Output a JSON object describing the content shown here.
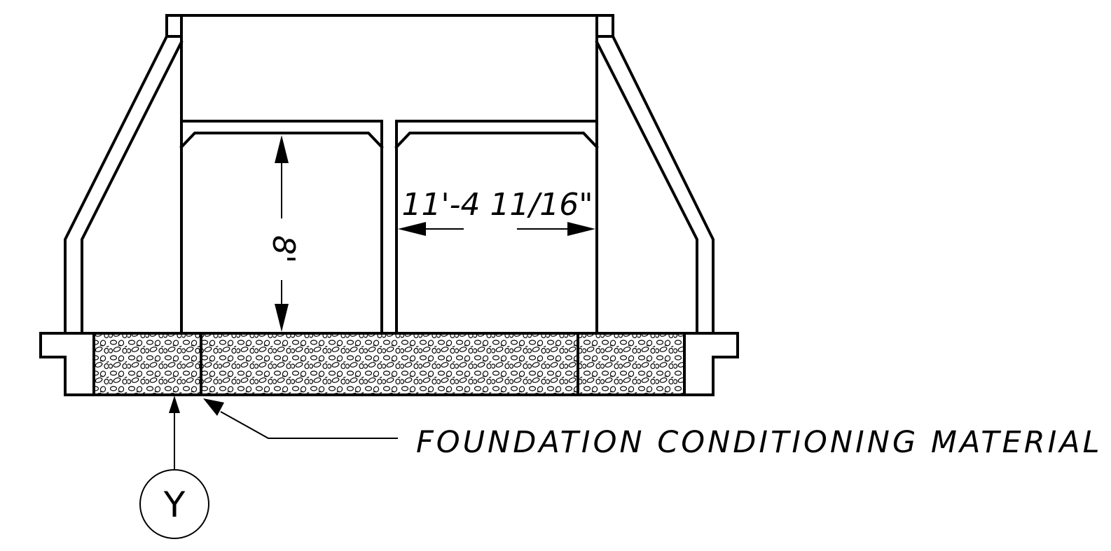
{
  "labels": {
    "height_dimension": "8'",
    "width_dimension": "11'-4 11/16\"",
    "material_note": "FOUNDATION CONDITIONING MATERIAL",
    "section_callout": "Y"
  }
}
